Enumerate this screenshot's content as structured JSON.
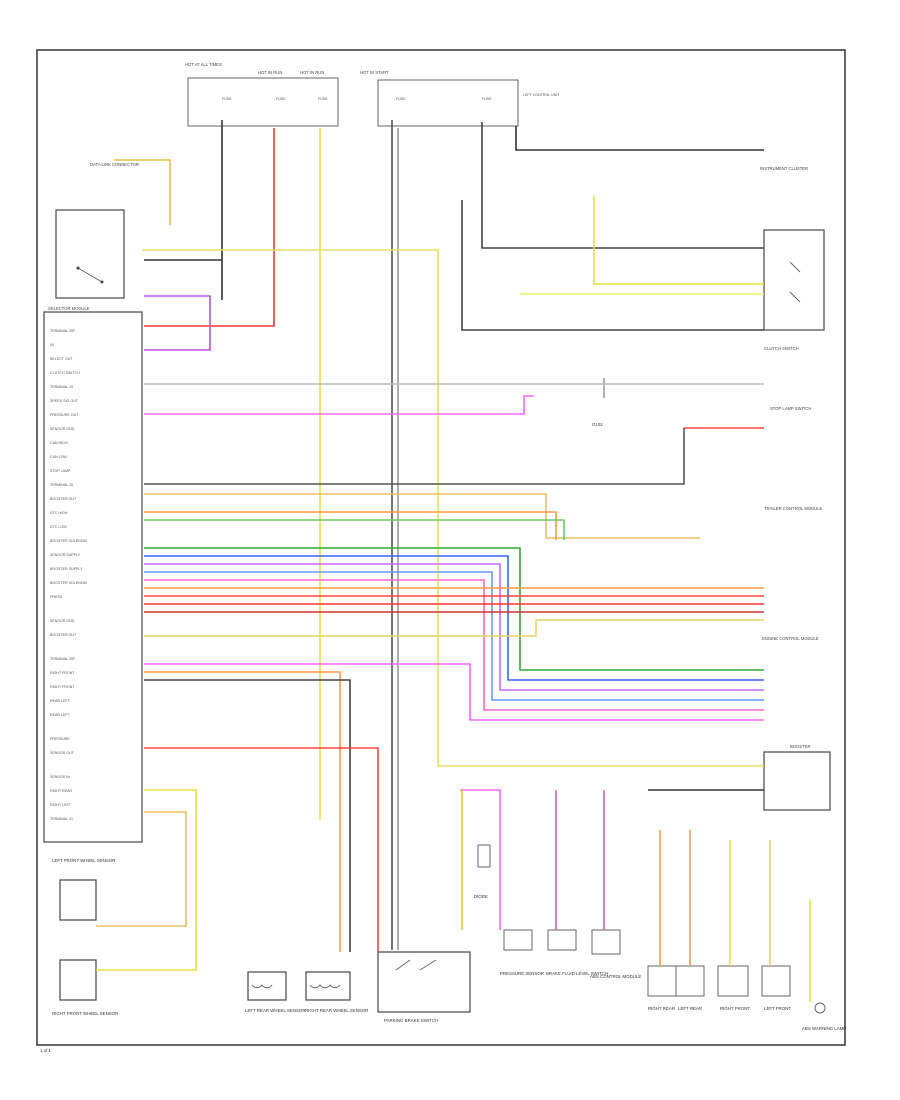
{
  "diagram": {
    "page_number": "1 of 1",
    "components": {
      "fuse_block_right": "HOT AT ALL TIMES",
      "fuse_mid_1": "HOT IN RUN",
      "fuse_mid_2": "HOT IN RUN",
      "fuse_block_center": "HOT IN START",
      "left_control_unit": "LEFT CONTROL UNIT",
      "data_link": "DATA LINK CONNECTOR",
      "selector_module": "SELECTOR MODULE",
      "clutch_switch": "CLUTCH SWITCH",
      "instrument_cluster": "INSTRUMENT CLUSTER",
      "stop_lamp_switch": "STOP LAMP SWITCH",
      "trailer_control": "TRAILER CONTROL MODULE",
      "ecm": "ENGINE CONTROL MODULE",
      "booster": "BOOSTER",
      "pressure_sensor": "PRESSURE SENSOR",
      "brake_fluid_switch": "BRAKE FLUID LEVEL SWITCH",
      "parking_brake_switch": "PARKING BRAKE SWITCH",
      "abs_module": "ABS CONTROL MODULE",
      "left_front_sensor": "LEFT FRONT WHEEL SENSOR",
      "right_front_sensor": "RIGHT FRONT WHEEL SENSOR",
      "left_rear_sensor": "LEFT REAR WHEEL SENSOR",
      "right_rear_sensor": "RIGHT REAR WHEEL SENSOR",
      "rear_sensors": [
        "RIGHT REAR",
        "LEFT REAR",
        "RIGHT FRONT",
        "LEFT FRONT"
      ],
      "lamp": "ABS WARNING LAMP",
      "diode": "DIODE",
      "ground": "G102"
    },
    "pin_labels": [
      "TERMINAL 30F",
      "IN",
      "SELECT OUT",
      "CLUTCH SWITCH",
      "TERMINAL 15",
      "SPEED SIG OUT",
      "PRESSURE OUT",
      "SENSOR GND",
      "CAN HIGH",
      "CAN LOW",
      "STOP LAMP",
      "TERMINAL 15",
      "BOOSTER OUT",
      "DTC HIGH",
      "DTC LOW",
      "BOOSTER SOLENOID",
      "SENSOR SUPPLY",
      "BOOSTER SUPPLY",
      "BOOSTER SOLENOID",
      "PRESS",
      "SENSOR GND",
      "BOOSTER OUT",
      "TERMINAL 30F",
      "RIGHT FRONT",
      "RIGHT FRONT",
      "REAR LEFT",
      "REAR LEFT",
      "PRESSURE",
      "SENSOR OUT",
      "SENSOR IN",
      "RIGHT REAR",
      "RIGHT LEFT",
      "TERMINAL 31"
    ],
    "wire_colors": [
      "BLK",
      "RED",
      "YEL",
      "GRY",
      "BRN",
      "BLU",
      "GRN",
      "VIO",
      "ORG",
      "PNK",
      "WHT"
    ]
  }
}
